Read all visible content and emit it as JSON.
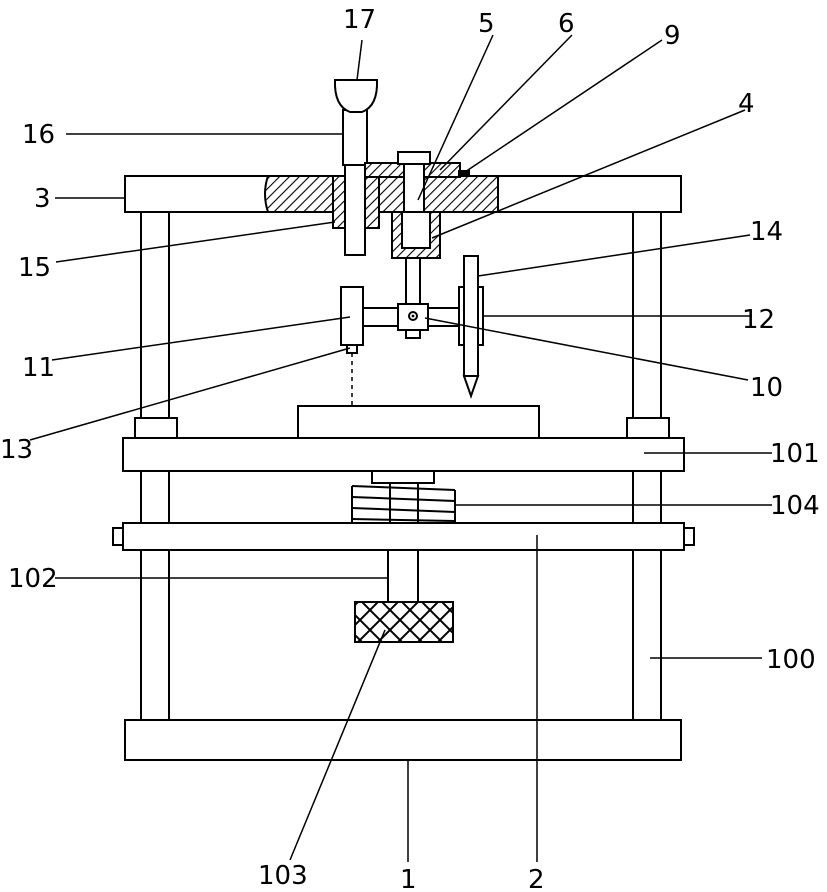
{
  "labels": {
    "l1": "1",
    "l2": "2",
    "l3": "3",
    "l4": "4",
    "l5": "5",
    "l6": "6",
    "l9": "9",
    "l10": "10",
    "l11": "11",
    "l12": "12",
    "l13": "13",
    "l14": "14",
    "l15": "15",
    "l16": "16",
    "l17": "17",
    "l100": "100",
    "l101": "101",
    "l102": "102",
    "l103": "103",
    "l104": "104"
  }
}
